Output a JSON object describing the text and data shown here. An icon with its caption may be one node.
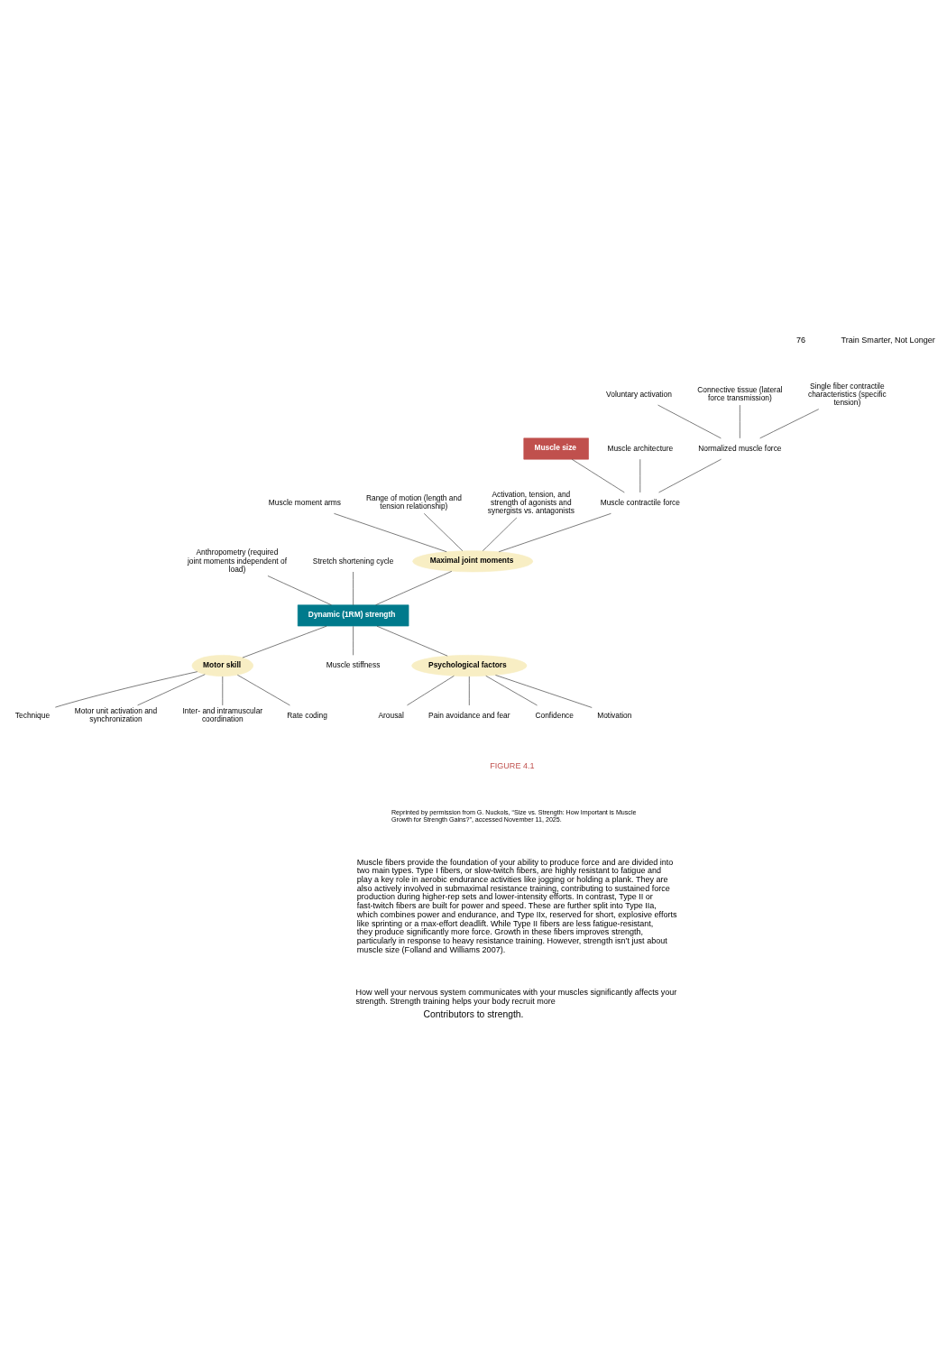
{
  "diagram": {
    "caption": "Contributors to strength.",
    "nodes": [
      {
        "text": [
          "Single fiber contractile characteristics (specific tension)"
        ]
      },
      {
        "text": [
          "Voluntary activation"
        ]
      },
      {
        "text": [
          "Connective tissue (lateral force transmission)"
        ]
      },
      {
        "text": [
          "Normalized muscle force"
        ]
      },
      {
        "text": [
          "Muscle size"
        ]
      },
      {
        "text": [
          "Muscle contractile force"
        ]
      },
      {
        "text": [
          "Muscle architecture"
        ]
      },
      {
        "text": [
          "Muscle moment arms"
        ]
      },
      {
        "text": [
          "Range of motion (length and tension relationship)"
        ]
      },
      {
        "text": [
          "Maximal joint moments"
        ]
      },
      {
        "text": [
          "Activation, tension, and strength of agonists and synergists vs. antagonists"
        ]
      },
      {
        "text": [
          "Technique"
        ]
      },
      {
        "text": [
          "Motor unit activation and synchronization"
        ]
      },
      {
        "text": [
          "Motor skill"
        ]
      },
      {
        "text": [
          "Anthropometry (required joint moments independent of load)"
        ]
      },
      {
        "text": [
          "Inter- and intramuscular coordination"
        ]
      },
      {
        "text": [
          "Stretch shortening cycle"
        ]
      },
      {
        "text": [
          "Dynamic (1RM) strength"
        ]
      },
      {
        "text": [
          "Rate coding"
        ]
      },
      {
        "text": [
          "Muscle stiffness"
        ]
      },
      {
        "text": [
          "Arousal"
        ]
      },
      {
        "text": [
          "Psychological factors"
        ]
      },
      {
        "text": [
          "Pain avoidance and fear"
        ]
      },
      {
        "text": [
          "Confidence"
        ]
      },
      {
        "text": [
          "Motivation"
        ]
      }
    ],
    "edges": [
      {
        "from": 0,
        "to": 3,
        "arrow": "none"
      },
      {
        "from": 1,
        "to": 3,
        "arrow": "none"
      },
      {
        "from": 2,
        "to": 3,
        "arrow": "none"
      },
      {
        "from": 3,
        "to": 5,
        "arrow": "none"
      },
      {
        "from": 4,
        "to": 5,
        "arrow": "none"
      },
      {
        "from": 6,
        "to": 5,
        "arrow": "none"
      },
      {
        "from": 5,
        "to": 9,
        "arrow": "none"
      },
      {
        "from": 7,
        "to": 9,
        "arrow": "none"
      },
      {
        "from": 8,
        "to": 9,
        "arrow": "none"
      },
      {
        "from": 10,
        "to": 9,
        "arrow": "none"
      },
      {
        "from": 9,
        "to": 17,
        "arrow": "none"
      },
      {
        "from": 14,
        "to": 17,
        "arrow": "none"
      },
      {
        "from": 16,
        "to": 17,
        "arrow": "none"
      },
      {
        "from": 17,
        "to": 19,
        "arrow": "none"
      },
      {
        "from": 17,
        "to": 13,
        "arrow": "none"
      },
      {
        "from": 13,
        "to": 11,
        "arrow": "none"
      },
      {
        "from": 13,
        "to": 12,
        "arrow": "none"
      },
      {
        "from": 13,
        "to": 15,
        "arrow": "none"
      },
      {
        "from": 13,
        "to": 18,
        "arrow": "none"
      },
      {
        "from": 17,
        "to": 21,
        "arrow": "none"
      },
      {
        "from": 21,
        "to": 20,
        "arrow": "none"
      },
      {
        "from": 21,
        "to": 22,
        "arrow": "none"
      },
      {
        "from": 21,
        "to": 24,
        "arrow": "none"
      },
      {
        "from": 21,
        "to": 23,
        "arrow": "none"
      }
    ],
    "labels": [
      "76",
      "Train Smarter, Not Longer",
      "FIGURE 4.1",
      "Reprinted by permission from G. Nuckols, “Size vs. Strength: How Important is Muscle Growth for Strength Gains?”, accessed November 11, 2025.",
      "Muscle fibers provide the foundation of your ability to produce force and are divided into two main types. Type I fibers, or slow-twitch fibers, are highly resistant to fatigue and play a key role in aerobic endurance activities like jogging or holding a plank. They are also actively involved in submaximal resistance training, contributing to sustained force production during higher-rep sets and lower-intensity efforts. In contrast, Type II or fast-twitch fibers are built for power and speed. These are further split into Type IIa, which combines power and endurance, and Type IIx, reserved for short, explosive efforts like sprinting or a max-effort deadlift. While Type II fibers are less fatigue-resistant, they produce significantly more force. Growth in these fibers improves strength, particularly in response to heavy resistance training. However, strength isn’t just about muscle size (Folland and Williams 2007).",
      "How well your nervous system communicates with your muscles significantly affects your strength. Strength training helps your body recruit more"
    ]
  }
}
